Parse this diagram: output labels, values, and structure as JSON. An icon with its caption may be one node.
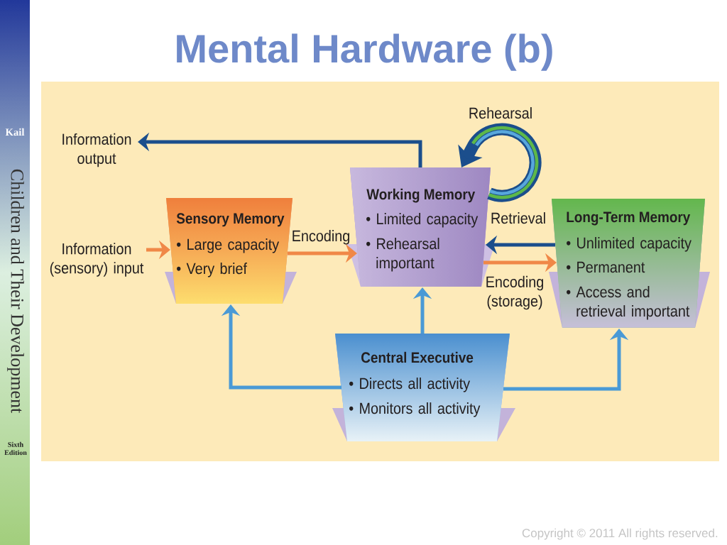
{
  "diagram": {
    "title": "Mental Hardware (b)",
    "nodes": [
      {
        "text": [
          "Information output"
        ]
      },
      {
        "text": [
          "Information (sensory) input"
        ]
      },
      {
        "text": [
          "Sensory Memory",
          "• Large capacity",
          "• Very brief"
        ]
      },
      {
        "text": [
          "Working Memory",
          "• Limited capacity",
          "• Rehearsal important"
        ]
      },
      {
        "text": [
          "Long-Term Memory",
          "• Unlimited capacity",
          "• Permanent",
          "• Access and retrieval important"
        ]
      },
      {
        "text": [
          "Central Executive",
          "• Directs all activity",
          "• Monitors all activity"
        ]
      }
    ],
    "edges": [
      {
        "from": 3,
        "to": 0,
        "arrow": "to",
        "color": "#1b4e8c"
      },
      {
        "from": 1,
        "to": 2,
        "arrow": "to",
        "color": "#f08848"
      },
      {
        "from": 2,
        "to": 3,
        "arrow": "to",
        "label": "Encoding",
        "color": "#f08848"
      },
      {
        "from": 4,
        "to": 3,
        "arrow": "to",
        "label": "Retrieval",
        "color": "#1b4e8c"
      },
      {
        "from": 3,
        "to": 4,
        "arrow": "to",
        "label": "Encoding (storage)",
        "color": "#f08848"
      },
      {
        "from": 3,
        "to": 3,
        "arrow": "to",
        "label": "Rehearsal",
        "style": "thick",
        "color": "#1b4e8c"
      },
      {
        "from": 5,
        "to": 2,
        "arrow": "to",
        "color": "#4a9ad6"
      },
      {
        "from": 5,
        "to": 3,
        "arrow": "to",
        "color": "#4a9ad6"
      },
      {
        "from": 5,
        "to": 4,
        "arrow": "to",
        "color": "#4a9ad6"
      }
    ],
    "labels": [
      "Kail",
      "Children and Their Development",
      "Sixth Edition",
      "Copyright © 2011 All rights reserved."
    ]
  }
}
